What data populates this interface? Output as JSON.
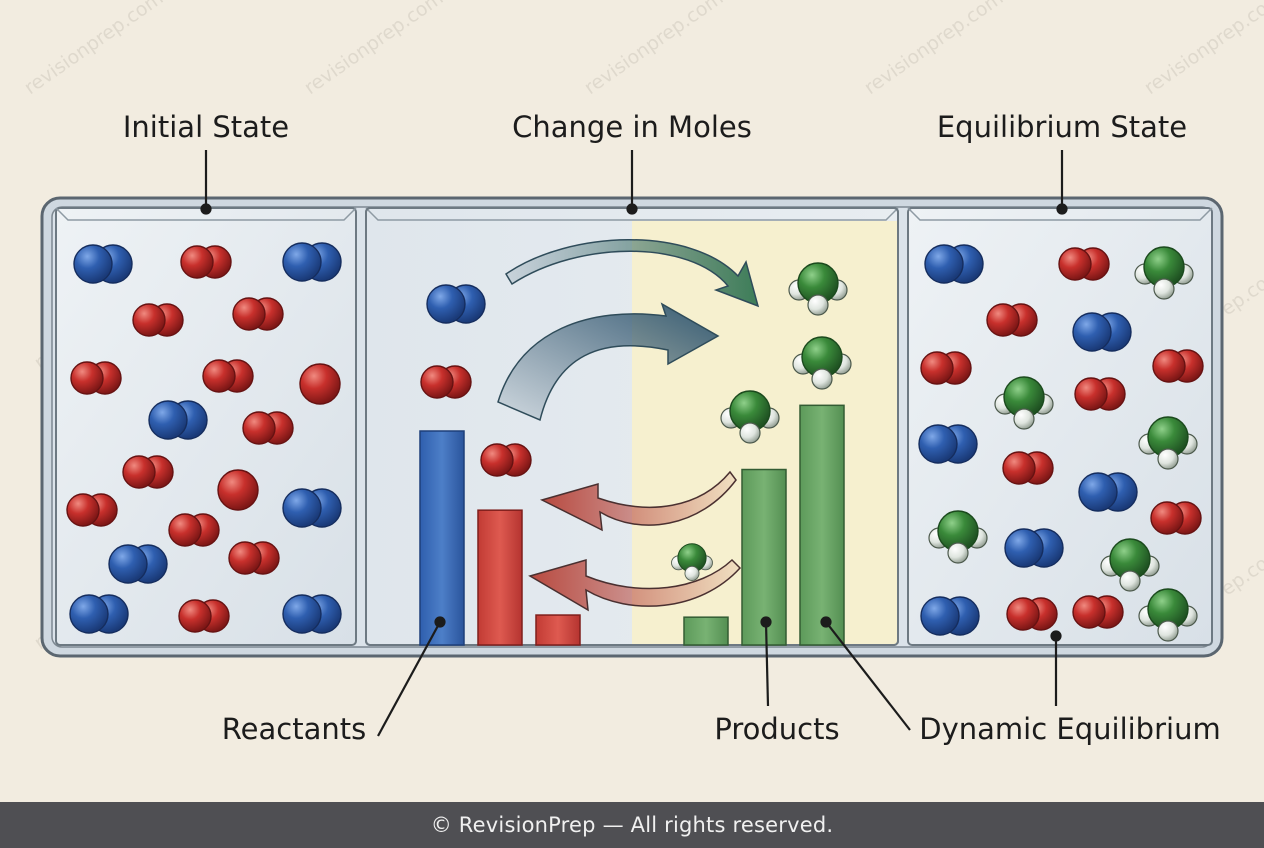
{
  "labels": {
    "initial_state": "Initial State",
    "change_in_moles": "Change in Moles",
    "equilibrium_state": "Equilibrium State",
    "reactants": "Reactants",
    "products": "Products",
    "dynamic_equilibrium": "Dynamic Equilibrium"
  },
  "watermark": "revisionprep.com",
  "footer": "© RevisionPrep — All rights reserved.",
  "colors": {
    "background": "#f2ece0",
    "reactant_blue": "#2f5fb0",
    "reactant_red": "#c8302c",
    "product_green": "#3a8a3a",
    "product_highlight": "#f6f0cf",
    "footer_bg": "#4f4f53"
  },
  "bars": {
    "reactant_levels": [
      1.0,
      0.63,
      0.14
    ],
    "product_levels": [
      0.13,
      0.82,
      1.12
    ]
  }
}
